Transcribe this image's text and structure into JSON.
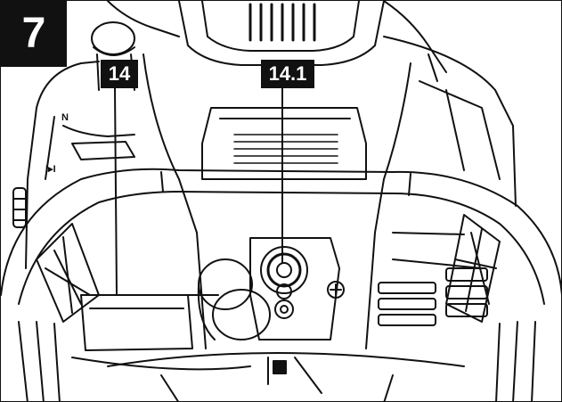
{
  "step": {
    "number": "7"
  },
  "callouts": [
    {
      "label": "14"
    },
    {
      "label": "14.1"
    }
  ],
  "markings": {
    "neutral": "N",
    "start": "I▸I"
  },
  "colors": {
    "ink": "#111111",
    "paper": "#ffffff"
  }
}
